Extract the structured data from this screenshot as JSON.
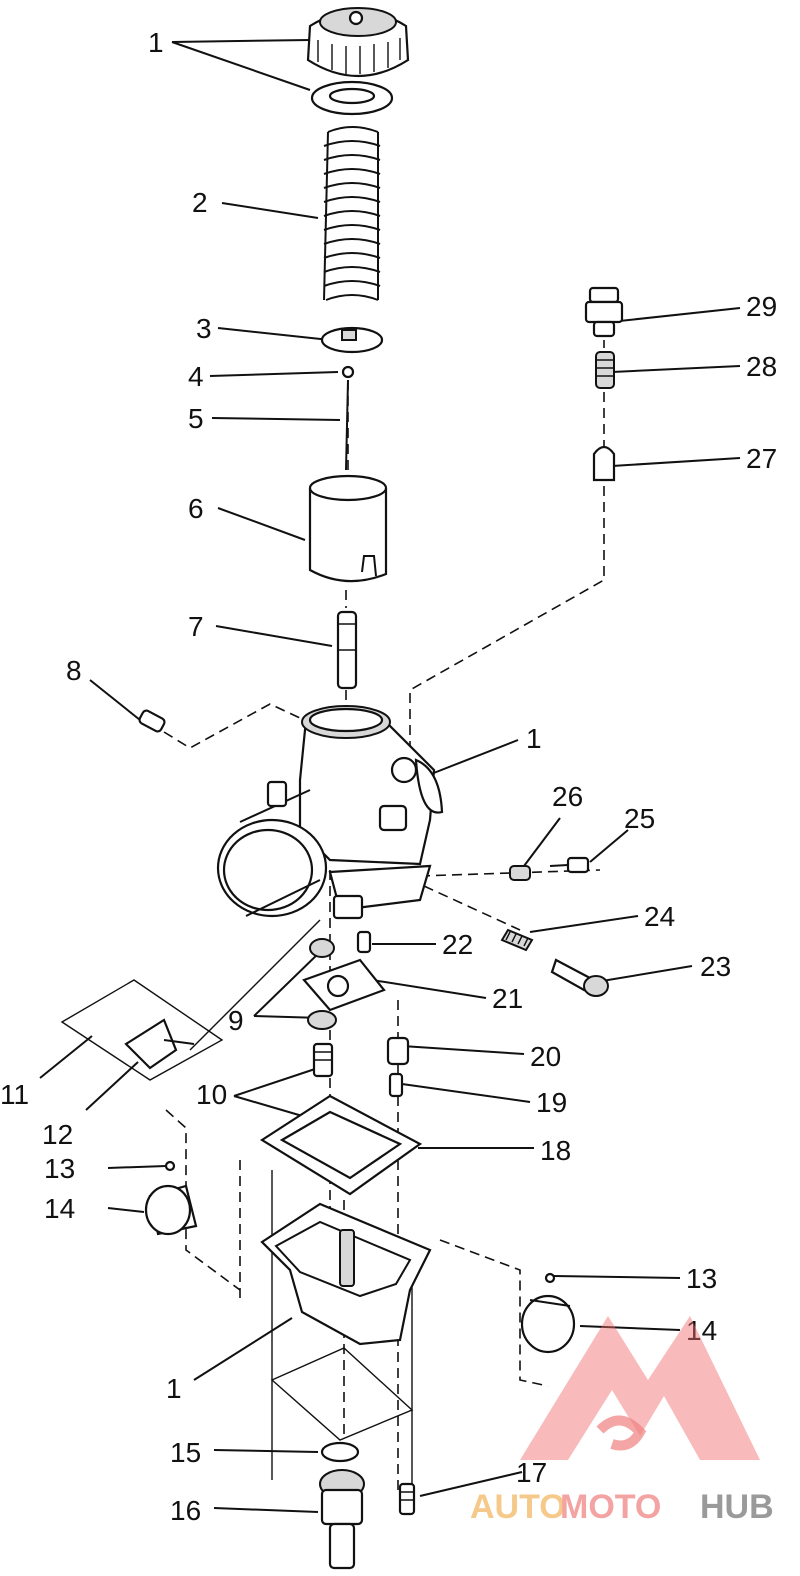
{
  "diagram": {
    "callouts": [
      {
        "id": "c1a",
        "text": "1"
      },
      {
        "id": "c2",
        "text": "2"
      },
      {
        "id": "c3",
        "text": "3"
      },
      {
        "id": "c4",
        "text": "4"
      },
      {
        "id": "c5",
        "text": "5"
      },
      {
        "id": "c6",
        "text": "6"
      },
      {
        "id": "c7",
        "text": "7"
      },
      {
        "id": "c8",
        "text": "8"
      },
      {
        "id": "c1b",
        "text": "1"
      },
      {
        "id": "c29",
        "text": "29"
      },
      {
        "id": "c28",
        "text": "28"
      },
      {
        "id": "c27",
        "text": "27"
      },
      {
        "id": "c26",
        "text": "26"
      },
      {
        "id": "c25",
        "text": "25"
      },
      {
        "id": "c24",
        "text": "24"
      },
      {
        "id": "c23",
        "text": "23"
      },
      {
        "id": "c22",
        "text": "22"
      },
      {
        "id": "c21",
        "text": "21"
      },
      {
        "id": "c9",
        "text": "9"
      },
      {
        "id": "c20",
        "text": "20"
      },
      {
        "id": "c19",
        "text": "19"
      },
      {
        "id": "c18",
        "text": "18"
      },
      {
        "id": "c11",
        "text": "11"
      },
      {
        "id": "c12",
        "text": "12"
      },
      {
        "id": "c10",
        "text": "10"
      },
      {
        "id": "c13a",
        "text": "13"
      },
      {
        "id": "c14a",
        "text": "14"
      },
      {
        "id": "c13b",
        "text": "13"
      },
      {
        "id": "c14b",
        "text": "14"
      },
      {
        "id": "c1c",
        "text": "1"
      },
      {
        "id": "c15",
        "text": "15"
      },
      {
        "id": "c16",
        "text": "16"
      },
      {
        "id": "c17",
        "text": "17"
      }
    ]
  },
  "watermark": {
    "parts": [
      "AUTO",
      "MOTO",
      "HUB"
    ],
    "colors": {
      "auto": "#f5c98a",
      "moto": "#f4a3a3",
      "hub": "#9a9a9a",
      "logo": "#ee6b6b"
    }
  }
}
